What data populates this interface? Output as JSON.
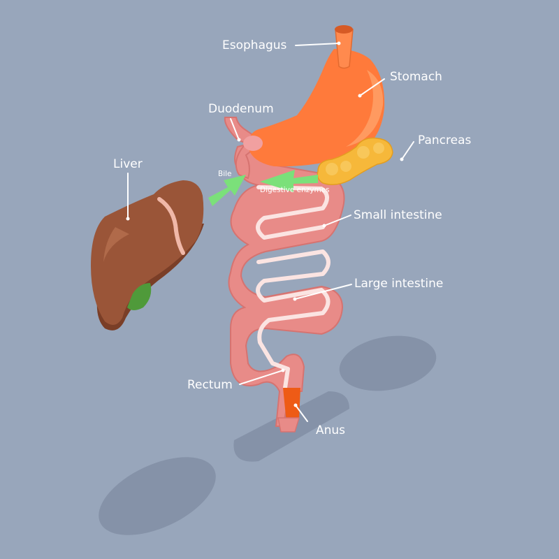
{
  "labels": {
    "esophagus": "Esophagus",
    "stomach": "Stomach",
    "duodenum": "Duodenum",
    "pancreas": "Pancreas",
    "liver": "Liver",
    "small_intestine": "Small intestine",
    "large_intestine": "Large intestine",
    "rectum": "Rectum",
    "anus": "Anus"
  },
  "flows": {
    "bile": "Bile",
    "digestive_enzymes": "Digestive enzymes"
  },
  "colors": {
    "background": "#98a6bb",
    "shadow": "#7f8ca3",
    "stomach": "#ff7a3b",
    "liver": "#9a5538",
    "intestine": "#e98a86",
    "pancreas": "#f6b83a",
    "arrow": "#7be07a",
    "anus": "#ee5b16"
  }
}
